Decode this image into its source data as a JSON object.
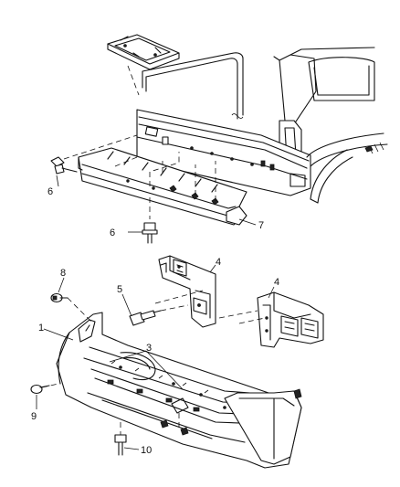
{
  "callouts": {
    "c1": "1",
    "c3": "3",
    "c4a": "4",
    "c4b": "4",
    "c5": "5",
    "c6a": "6",
    "c6b": "6",
    "c7": "7",
    "c8": "8",
    "c9": "9",
    "c10": "10"
  }
}
